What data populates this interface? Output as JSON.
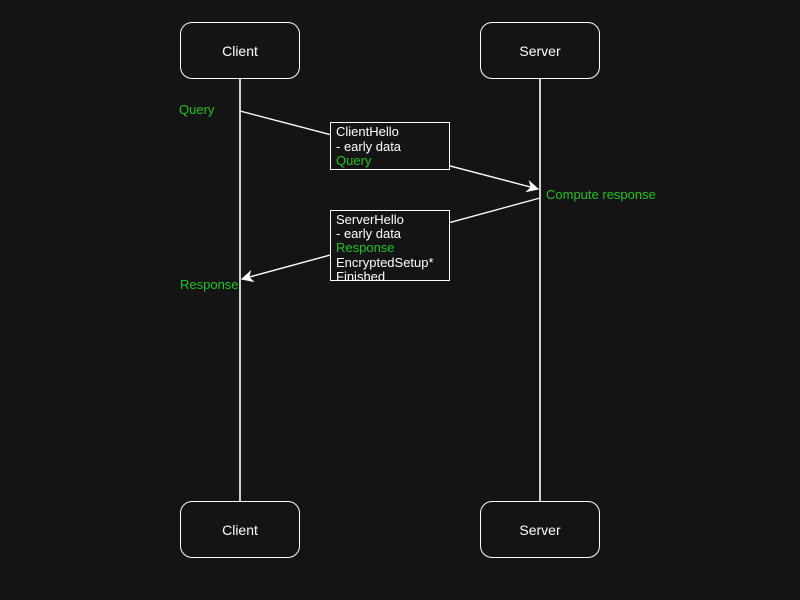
{
  "colors": {
    "background": "#141414",
    "stroke": "#ffffff",
    "text": "#ffffff",
    "accent_green": "#1ec51e"
  },
  "diagram": {
    "type": "sequence-diagram",
    "actors": {
      "client": {
        "label": "Client"
      },
      "server": {
        "label": "Server"
      }
    },
    "labels": {
      "query": "Query",
      "compute_response": "Compute response",
      "response": "Response"
    },
    "notes": {
      "client_hello": {
        "lines": [
          {
            "text": "ClientHello",
            "color": "#ffffff"
          },
          {
            "text": "- early data",
            "color": "#ffffff"
          },
          {
            "text": "Query",
            "color": "#1ec51e"
          }
        ]
      },
      "server_hello": {
        "lines": [
          {
            "text": "ServerHello",
            "color": "#ffffff"
          },
          {
            "text": "- early data",
            "color": "#ffffff"
          },
          {
            "text": "Response",
            "color": "#1ec51e"
          },
          {
            "text": "EncryptedSetup*",
            "color": "#ffffff"
          },
          {
            "text": "Finished",
            "color": "#ffffff"
          }
        ]
      }
    }
  }
}
